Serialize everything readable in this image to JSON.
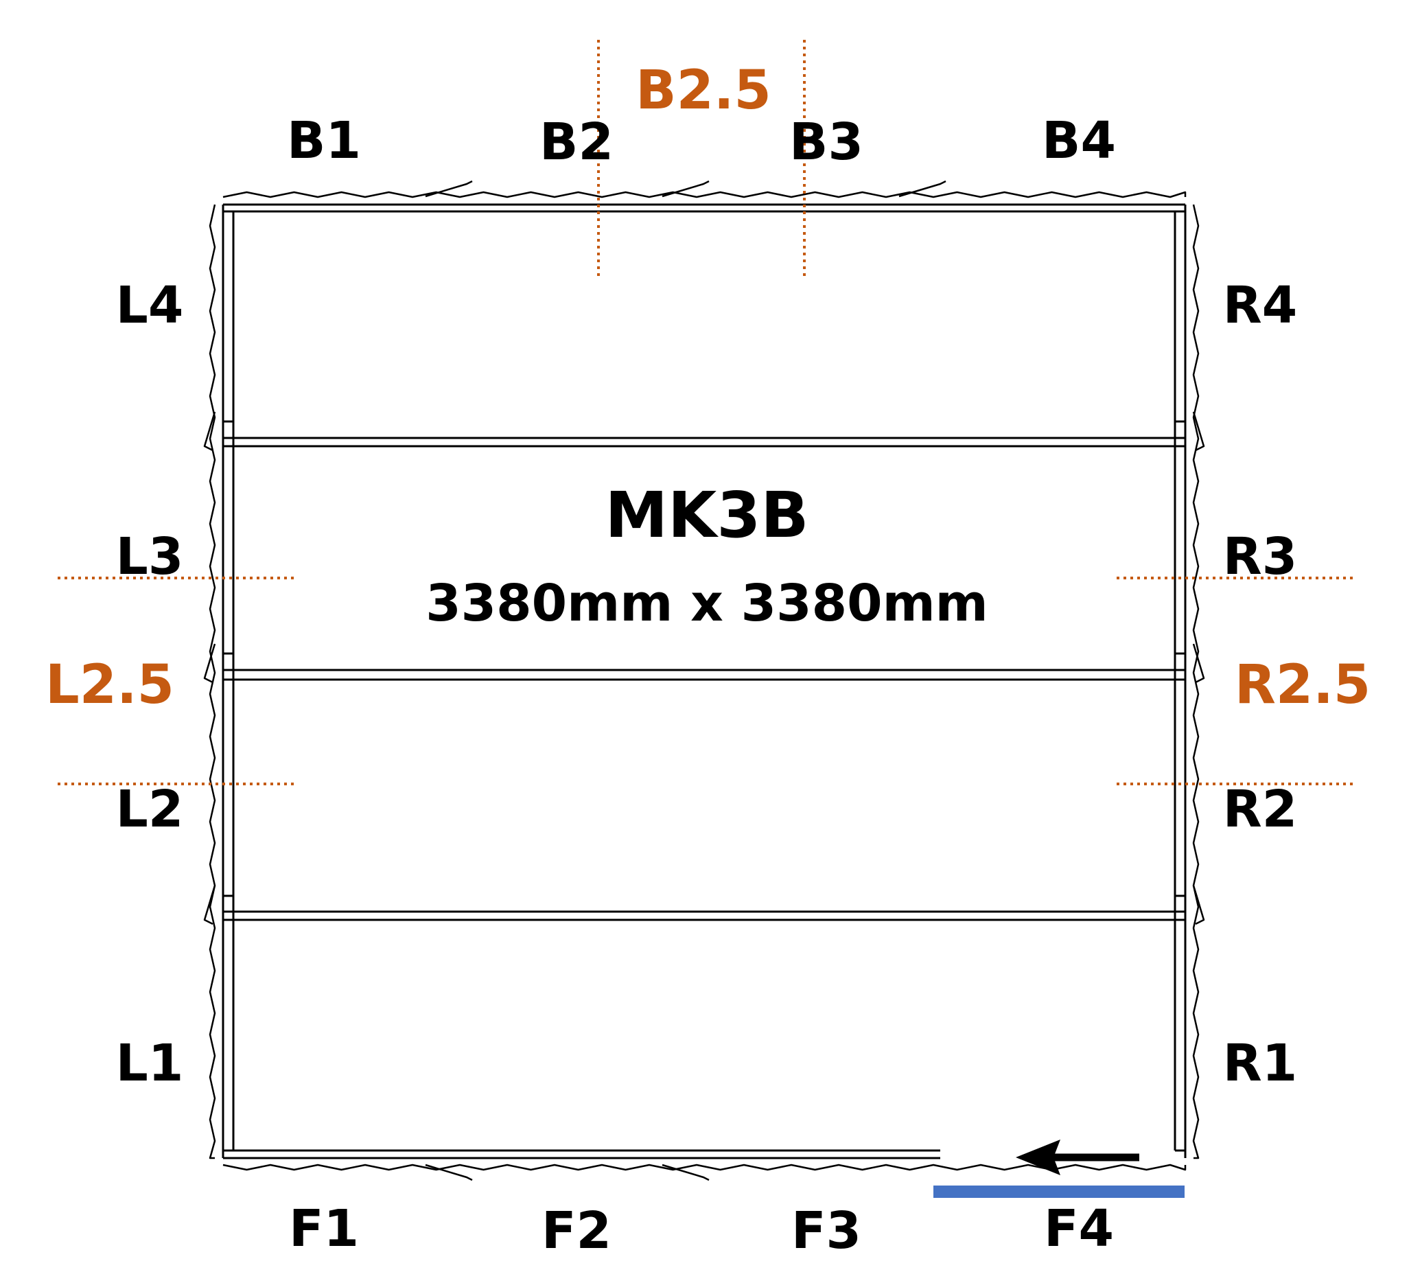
{
  "title": "MK3B",
  "dimensions": "3380mm x 3380mm",
  "colors": {
    "outline": "#000000",
    "half_marker": "#c55a11",
    "opening": "#4472c4"
  },
  "labels": {
    "back": [
      "B1",
      "B2",
      "B3",
      "B4"
    ],
    "front": [
      "F1",
      "F2",
      "F3",
      "F4"
    ],
    "left": [
      "L4",
      "L3",
      "L2",
      "L1"
    ],
    "right": [
      "R4",
      "R3",
      "R2",
      "R1"
    ]
  },
  "half_labels": {
    "back": "B2.5",
    "left": "L2.5",
    "right": "R2.5"
  },
  "icons": {
    "entry_arrow": "arrow-left-icon"
  }
}
